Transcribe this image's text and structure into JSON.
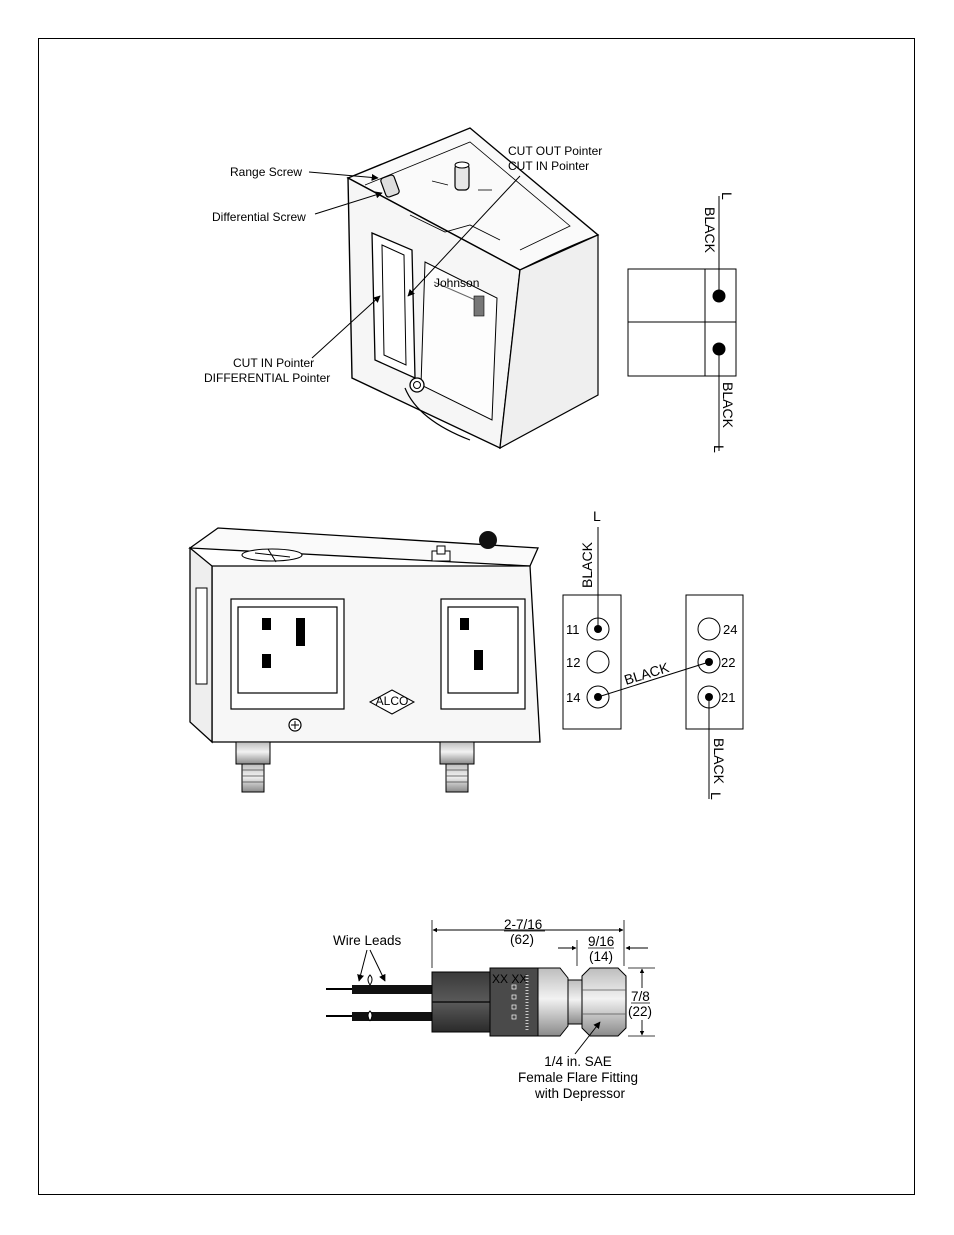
{
  "figure1": {
    "labels": {
      "range_screw": "Range Screw",
      "differential_screw": "Differential Screw",
      "cut_out_pointer": "CUT OUT  Pointer",
      "cut_in_pointer_top": "CUT IN Pointer",
      "cut_in_pointer": "CUT IN Pointer",
      "differential_pointer": "DIFFERENTIAL Pointer",
      "brand_mark": "Johnson"
    },
    "wiring": {
      "top_l": "L",
      "top_wire": "BLACK",
      "bottom_wire": "BLACK",
      "bottom_l": "L"
    }
  },
  "figure2": {
    "brand": "ALCO",
    "wiring": {
      "top_l": "L",
      "top_wire": "BLACK",
      "jumper_wire": "BLACK",
      "bottom_wire": "BLACK",
      "bottom_l": "L",
      "terminals_left": [
        "11",
        "12",
        "14"
      ],
      "terminals_right": [
        "24",
        "22",
        "21"
      ]
    }
  },
  "figure3": {
    "wire_leads": "Wire Leads",
    "dim_length": "2-7/16",
    "dim_length_mm": "(62)",
    "dim_fitting": "9/16",
    "dim_fitting_mm": "(14)",
    "dim_height": "7/8",
    "dim_height_mm": "(22)",
    "marking": "XX XX",
    "fitting_line1": "1/4 in. SAE",
    "fitting_line2": "Female Flare Fitting",
    "fitting_line3": "with Depressor"
  }
}
